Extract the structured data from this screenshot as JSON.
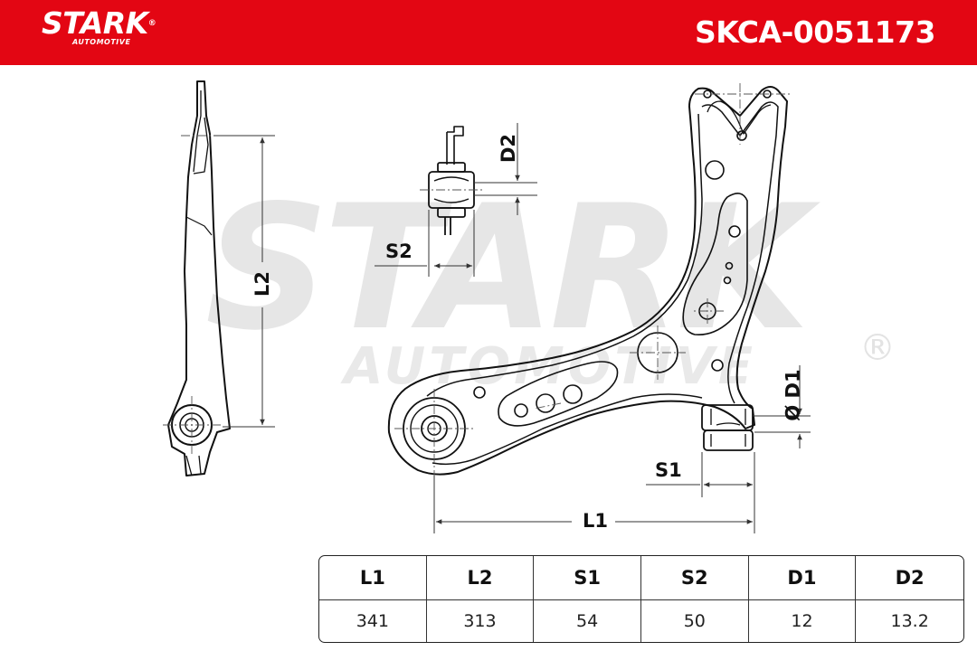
{
  "header": {
    "brand": "STARK",
    "brand_sub": "AUTOMOTIVE",
    "registered": "®",
    "part_number": "SKCA-0051173",
    "color": "#e30613"
  },
  "watermark": {
    "main": "STARK",
    "sub": "AUTOMOTIVE",
    "registered": "®"
  },
  "drawing_labels": {
    "l1": "L1",
    "l2": "L2",
    "s1": "S1",
    "s2": "S2",
    "d1": "Ø D1",
    "d2": "D2"
  },
  "dimensions_table": {
    "headers": [
      "L1",
      "L2",
      "S1",
      "S2",
      "D1",
      "D2"
    ],
    "values": [
      "341",
      "313",
      "54",
      "50",
      "12",
      "13.2"
    ]
  }
}
